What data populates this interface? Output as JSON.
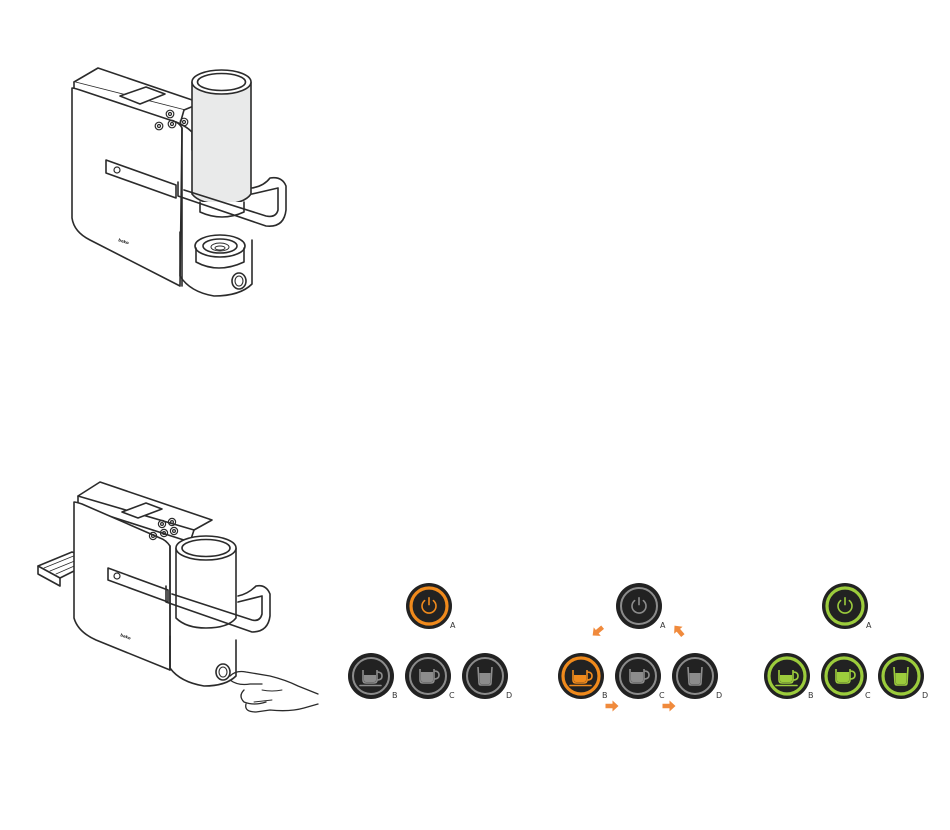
{
  "colors": {
    "line": "#2b2b2b",
    "bottle_fill": "#e9eaea",
    "off_ring": "#222222",
    "off_glyph": "#8c8c8c",
    "active_ring": "#f08a1c",
    "ready_ring": "#9ccc3c",
    "arrow": "#f08a3c"
  },
  "machine": {
    "logo": "beko"
  },
  "panels": [
    {
      "state": "preheating",
      "buttons": [
        {
          "letter": "A",
          "icon": "power-icon",
          "status": "active"
        },
        {
          "letter": "B",
          "icon": "espresso-cup-icon",
          "status": "off"
        },
        {
          "letter": "C",
          "icon": "coffee-cup-icon",
          "status": "off"
        },
        {
          "letter": "D",
          "icon": "tall-glass-icon",
          "status": "off"
        }
      ],
      "arrows": false
    },
    {
      "state": "cycling",
      "buttons": [
        {
          "letter": "A",
          "icon": "power-icon",
          "status": "off"
        },
        {
          "letter": "B",
          "icon": "espresso-cup-icon",
          "status": "active"
        },
        {
          "letter": "C",
          "icon": "coffee-cup-icon",
          "status": "off"
        },
        {
          "letter": "D",
          "icon": "tall-glass-icon",
          "status": "off"
        }
      ],
      "arrows": true
    },
    {
      "state": "ready",
      "buttons": [
        {
          "letter": "A",
          "icon": "power-icon",
          "status": "ready"
        },
        {
          "letter": "B",
          "icon": "espresso-cup-icon",
          "status": "ready"
        },
        {
          "letter": "C",
          "icon": "coffee-cup-icon",
          "status": "ready"
        },
        {
          "letter": "D",
          "icon": "tall-glass-icon",
          "status": "ready"
        }
      ],
      "arrows": false
    }
  ]
}
